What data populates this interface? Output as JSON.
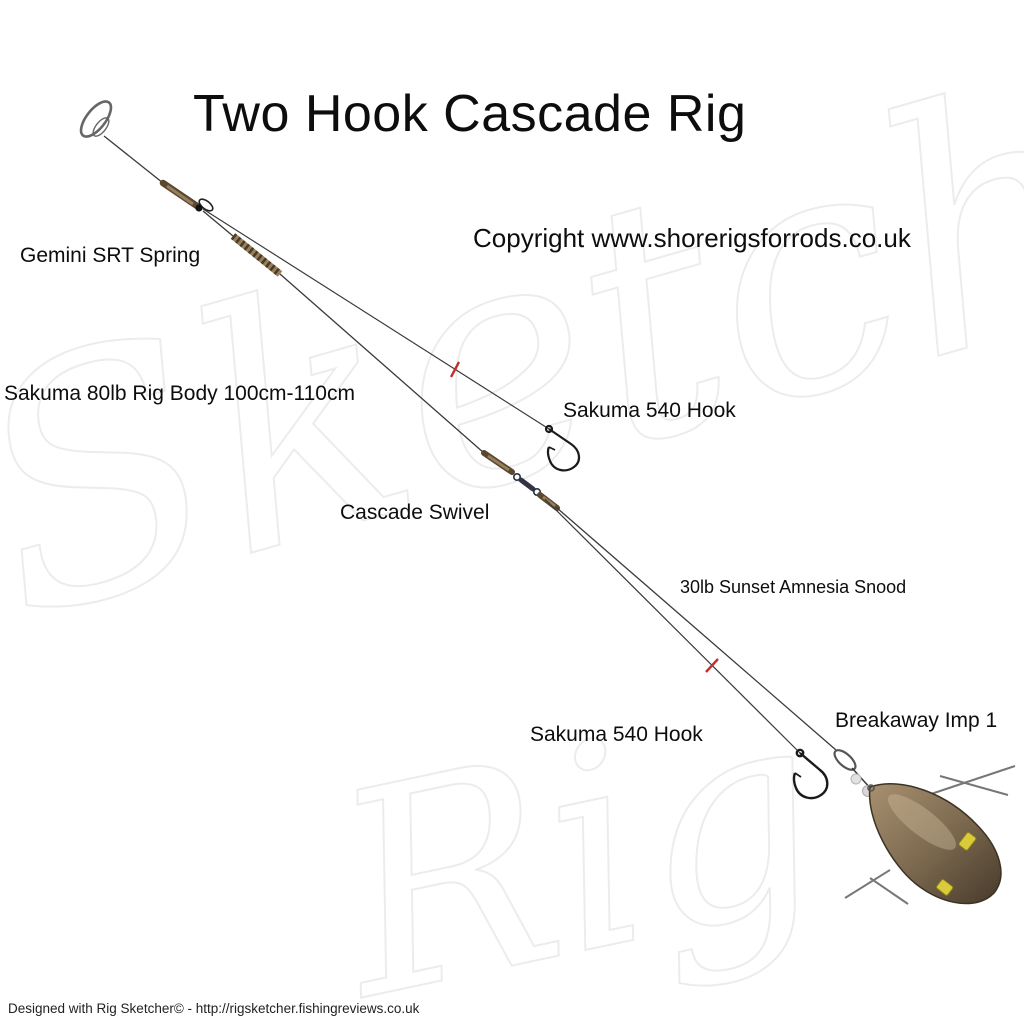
{
  "title": "Two Hook Cascade Rig",
  "copyright": "Copyright www.shorerigsforrods.co.uk",
  "watermark": {
    "text": "Rig Sketcher",
    "parts": [
      "Rig",
      "Sketcher"
    ]
  },
  "labels": {
    "spring": "Gemini SRT Spring",
    "rig_body": "Sakuma 80lb Rig Body 100cm-110cm",
    "hook_top": "Sakuma 540 Hook",
    "swivel": "Cascade Swivel",
    "snood": "30lb Sunset Amnesia Snood",
    "hook_bottom": "Sakuma 540 Hook",
    "weight": "Breakaway Imp 1"
  },
  "footer": "Designed with Rig Sketcher© - http://rigsketcher.fishingreviews.co.uk",
  "components": {
    "top_link": "snap-link",
    "spring": "gemini-srt-spring-crimp",
    "stop_marks": "red-stop-mark",
    "swivel": "cascade-swivel",
    "hooks": "fishing-hook",
    "lead_clip": "lead-link-clip",
    "weight": "breakaway-imp-lead-weight"
  },
  "colors": {
    "line": "#3a3a3a",
    "crimp_dark": "#5a4730",
    "crimp_light": "#96805c",
    "stop_mark": "#c03030",
    "swivel_metal": "#334",
    "lead_body": "#7d6a50",
    "lead_highlight": "#c9b896",
    "bead_yellow": "#d9cb3a",
    "watermark_outline": "#ececec"
  }
}
